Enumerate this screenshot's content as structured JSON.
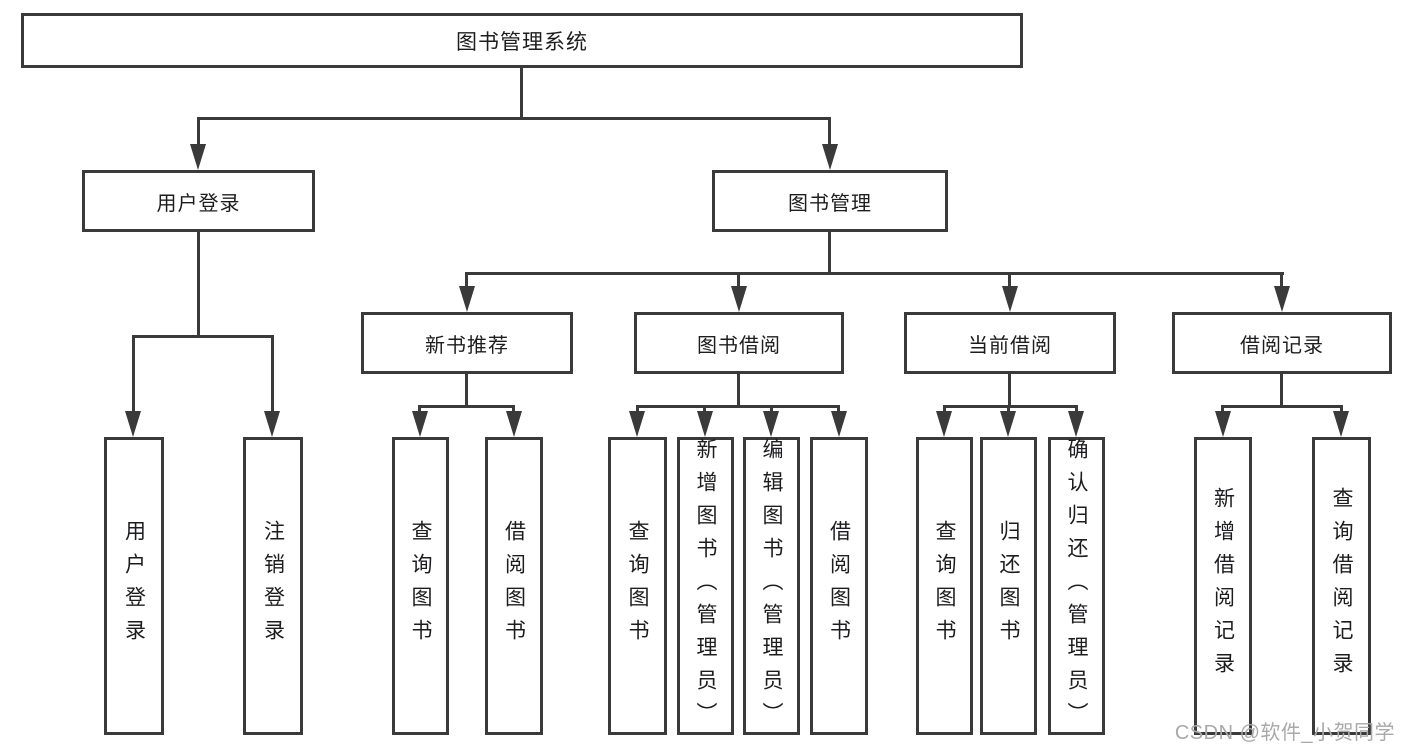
{
  "diagram": {
    "type": "hierarchy-flowchart",
    "title": "图书管理系统",
    "nodes": {
      "root": "图书管理系统",
      "l2": {
        "user_login": "用户登录",
        "book_mgmt": "图书管理"
      },
      "l3": {
        "new_books": "新书推荐",
        "book_borrow": "图书借阅",
        "current_borrow": "当前借阅",
        "borrow_records": "借阅记录"
      },
      "leaves": {
        "user_login": "用户登录",
        "logout": "注销登录",
        "nb_query": "查询图书",
        "nb_borrow": "借阅图书",
        "bb_query": "查询图书",
        "bb_add": "新增图书（管理员）",
        "bb_edit": "编辑图书（管理员）",
        "bb_borrow": "借阅图书",
        "cb_query": "查询图书",
        "cb_return": "归还图书",
        "cb_confirm": "确认归还（管理员）",
        "br_add": "新增借阅记录",
        "br_query": "查询借阅记录"
      }
    },
    "hierarchy": {
      "图书管理系统": {
        "用户登录": [
          "用户登录",
          "注销登录"
        ],
        "图书管理": {
          "新书推荐": [
            "查询图书",
            "借阅图书"
          ],
          "图书借阅": [
            "查询图书",
            "新增图书（管理员）",
            "编辑图书（管理员）",
            "借阅图书"
          ],
          "当前借阅": [
            "查询图书",
            "归还图书",
            "确认归还（管理员）"
          ],
          "借阅记录": [
            "新增借阅记录",
            "查询借阅记录"
          ]
        }
      }
    },
    "colors": {
      "line": "#3a3a3a",
      "node_text": "#1d1d1f",
      "node_fill": "#ffffff"
    }
  },
  "watermark": {
    "text": "CSDN @软件_小贺同学",
    "color": "#a9a9a9"
  }
}
